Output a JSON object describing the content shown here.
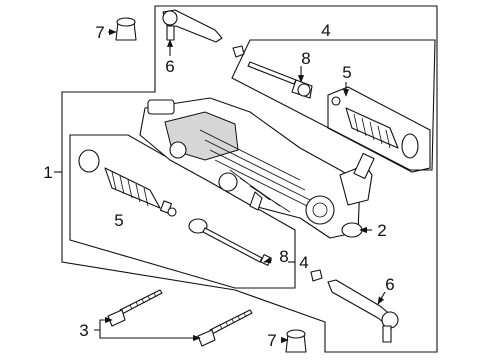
{
  "callouts": {
    "c1": "1",
    "c2": "2",
    "c3": "3",
    "c4_top": "4",
    "c4_bottom": "4",
    "c5_right": "5",
    "c5_left": "5",
    "c6_top": "6",
    "c6_bottom": "6",
    "c7_top": "7",
    "c7_bottom": "7",
    "c8_top": "8",
    "c8_bottom": "8"
  }
}
